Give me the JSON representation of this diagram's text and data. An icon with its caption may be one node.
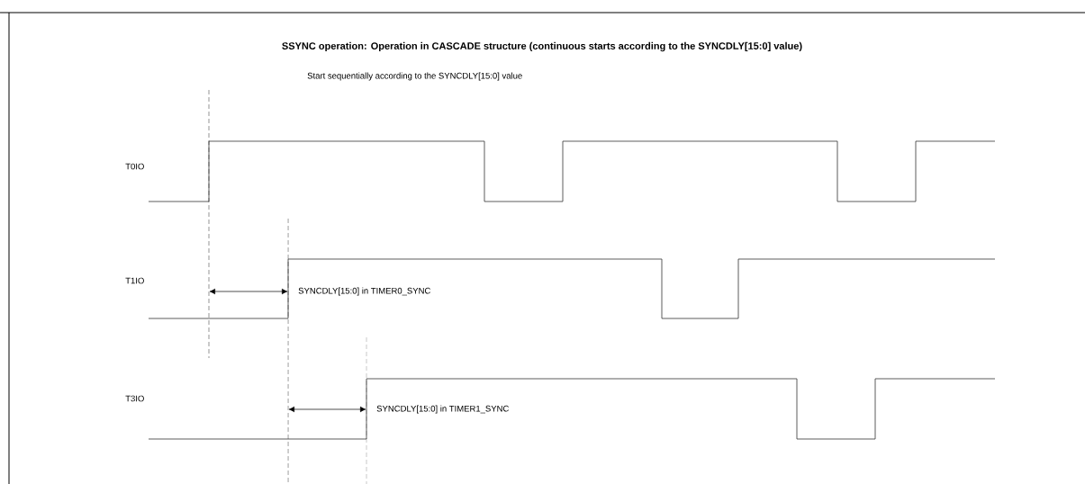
{
  "diagram": {
    "title": "SSYNC operation: Operation in CASCADE structure (continuous starts according to the SYNCDLY[15:0] value)",
    "labels": [
      "Start sequentially according to the SYNCDLY[15:0] value",
      "T0IO",
      "T1IO",
      "SYNCDLY[15:0] in TIMER0_SYNC",
      "T3IO",
      "SYNCDLY[15:0] in TIMER1_SYNC"
    ]
  }
}
